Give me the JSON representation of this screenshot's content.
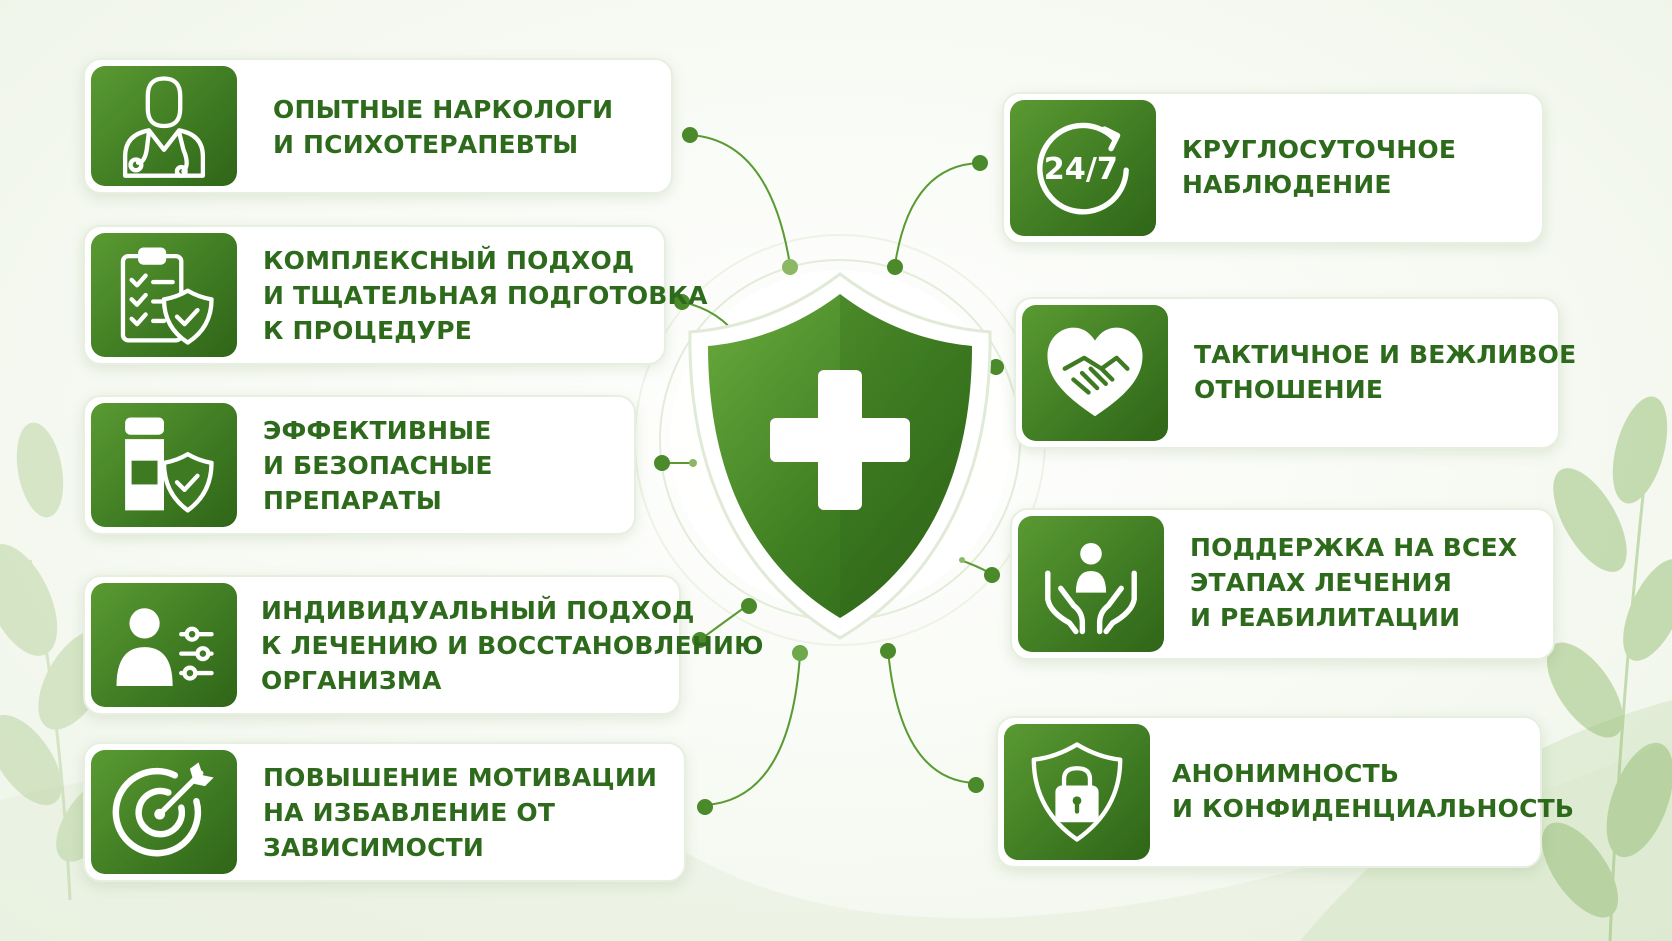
{
  "colors": {
    "brand_green": "#3e7a22",
    "brand_green_light": "#5a9a32",
    "text_green": "#2e6a1c",
    "card_border": "#e7efe0"
  },
  "center": {
    "icon": "shield-plus-icon"
  },
  "left_features": [
    {
      "icon": "doctor-icon",
      "lines": [
        "ОПЫТНЫЕ НАРКОЛОГИ",
        "И ПСИХОТЕРАПЕВТЫ"
      ]
    },
    {
      "icon": "clipboard-shield-icon",
      "lines": [
        "КОМПЛЕКСНЫЙ ПОДХОД",
        "И ТЩАТЕЛЬНАЯ ПОДГОТОВКА",
        "К ПРОЦЕДУРЕ"
      ]
    },
    {
      "icon": "medicine-shield-icon",
      "lines": [
        "ЭФФЕКТИВНЫЕ",
        "И БЕЗОПАСНЫЕ",
        "ПРЕПАРАТЫ"
      ]
    },
    {
      "icon": "person-settings-icon",
      "lines": [
        "ИНДИВИДУАЛЬНЫЙ ПОДХОД",
        "К ЛЕЧЕНИЮ И ВОССТАНОВЛЕНИЮ",
        "ОРГАНИЗМА"
      ]
    },
    {
      "icon": "target-arrow-icon",
      "lines": [
        "ПОВЫШЕНИЕ МОТИВАЦИИ",
        "НА ИЗБАВЛЕНИЕ ОТ",
        "ЗАВИСИМОСТИ"
      ]
    }
  ],
  "right_features": [
    {
      "icon": "clock-24-7-icon",
      "icon_text": "24/7",
      "lines": [
        "КРУГЛОСУТОЧНОЕ",
        "НАБЛЮДЕНИЕ"
      ]
    },
    {
      "icon": "heart-handshake-icon",
      "lines": [
        "ТАКТИЧНОЕ И ВЕЖЛИВОЕ",
        "ОТНОШЕНИЕ"
      ]
    },
    {
      "icon": "hands-person-icon",
      "lines": [
        "ПОДДЕРЖКА НА ВСЕХ",
        "ЭТАПАХ ЛЕЧЕНИЯ",
        "И РЕАБИЛИТАЦИИ"
      ]
    },
    {
      "icon": "shield-lock-icon",
      "lines": [
        "АНОНИМНОСТЬ",
        "И КОНФИДЕНЦИАЛЬНОСТЬ"
      ]
    }
  ]
}
